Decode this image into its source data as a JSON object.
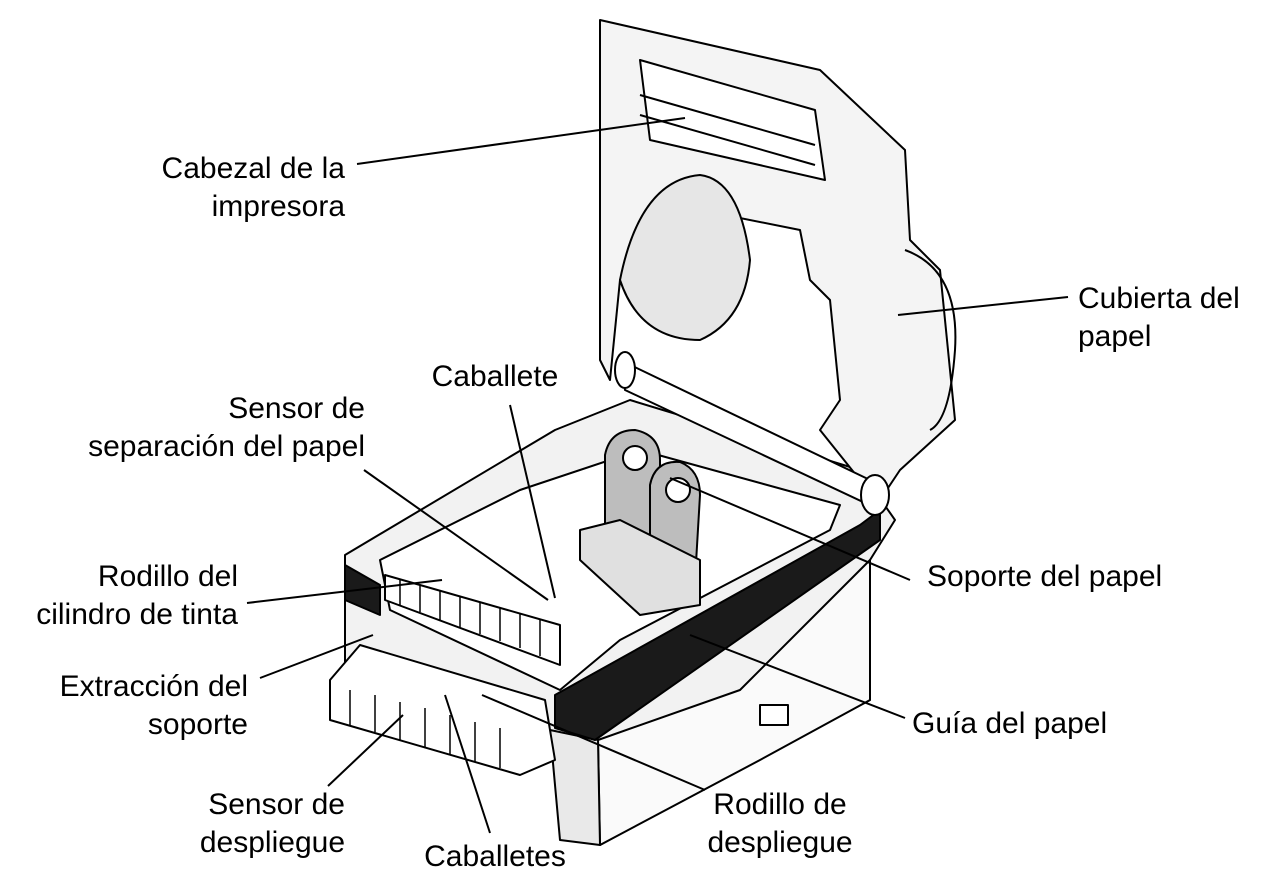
{
  "labels": {
    "printhead": [
      "Cabezal de la",
      "impresora"
    ],
    "paper_cover": [
      "Cubierta del",
      "papel"
    ],
    "easel": [
      "Caballete"
    ],
    "paper_gap_sensor": [
      "Sensor de",
      "separación del papel"
    ],
    "ribbon_roller": [
      "Rodillo del",
      "cilindro de tinta"
    ],
    "liner_removal": [
      "Extracción del",
      "soporte"
    ],
    "peel_sensor": [
      "Sensor de",
      "despliegue"
    ],
    "easels": [
      "Caballetes"
    ],
    "peel_roller": [
      "Rodillo de",
      "despliegue"
    ],
    "paper_holder": [
      "Soporte del papel"
    ],
    "paper_guide": [
      "Guía del papel"
    ]
  },
  "colors": {
    "line": "#000000",
    "fill_light": "#f2f2f2",
    "fill_dark": "#1a1a1a",
    "fill_gray": "#bdbdbd"
  }
}
